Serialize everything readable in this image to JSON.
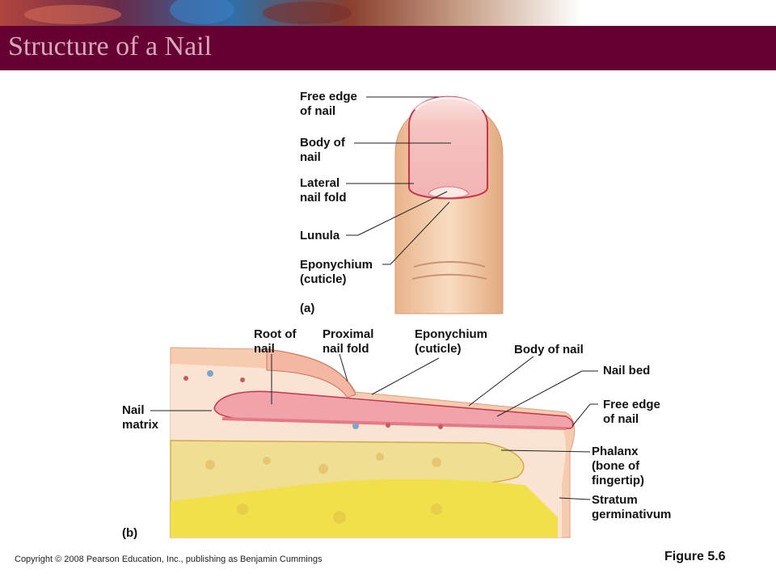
{
  "slide": {
    "title": "Structure of a Nail",
    "copyright": "Copyright © 2008 Pearson Education, Inc., publishing as Benjamin Cummings",
    "figure_label": "Figure 5.6"
  },
  "colors": {
    "title_bar": "#660033",
    "title_text": "#d9a7bd",
    "skin": "#f2c9a4",
    "nail": "#f3b7b9",
    "nail_edge": "#c8344a",
    "bone": "#f0de93",
    "marrow": "#f2e04a"
  },
  "panel_a": {
    "tag": "(a)",
    "labels": {
      "free_edge": [
        "Free edge",
        "of nail"
      ],
      "body": [
        "Body of",
        "nail"
      ],
      "lateral_fold": [
        "Lateral",
        "nail fold"
      ],
      "lunula": "Lunula",
      "eponychium": [
        "Eponychium",
        "(cuticle)"
      ]
    }
  },
  "panel_b": {
    "tag": "(b)",
    "labels": {
      "root": [
        "Root of",
        "nail"
      ],
      "proximal_fold": [
        "Proximal",
        "nail fold"
      ],
      "eponychium": [
        "Eponychium",
        "(cuticle)"
      ],
      "body": "Body of nail",
      "nail_bed": "Nail bed",
      "free_edge": [
        "Free edge",
        "of nail"
      ],
      "matrix": [
        "Nail",
        "matrix"
      ],
      "phalanx": [
        "Phalanx",
        "(bone of",
        "fingertip)"
      ],
      "stratum": [
        "Stratum",
        "germinativum"
      ]
    }
  }
}
